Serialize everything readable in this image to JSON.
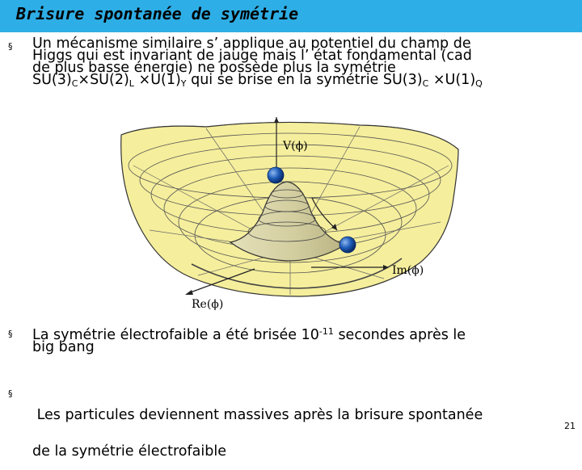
{
  "title": "Brisure spontanée de symétrie",
  "bullets": [
    {
      "marker": "§",
      "lines": [
        "Un mécanisme similaire s’ applique au potentiel du champ de",
        "Higgs qui est invariant de jauge mais l’ état fondamental (cad",
        "de plus basse énergie) ne possède plus la symétrie"
      ],
      "symmetry_line": {
        "su3": "SU(3)",
        "c_sub": "C",
        "times": "×",
        "su2": "SU(2)",
        "l_sub": "L",
        "u1": "U(1)",
        "y_sub": "Y",
        "middle": " qui se brise en la symétrie ",
        "su3_b": "SU(3)",
        "c_sub_b": "C",
        "u1_b": "U(1)",
        "q_sub": "Q"
      }
    },
    {
      "marker": "§",
      "text_before": "La symétrie électrofaible a été brisée 10",
      "exponent": "-11",
      "text_after": " secondes après le",
      "line2": "big bang"
    },
    {
      "marker": "§",
      "line1": " Les particules deviennent massives après la brisure spontanée",
      "line2": "de la symétrie électrofaible"
    }
  ],
  "figure": {
    "label_v": "V(ϕ)",
    "label_im": "Im(ϕ)",
    "label_re": "Re(ϕ)",
    "surface_color": "#f5ee9c",
    "bump_color": "#d8d3a4",
    "ball_color": "#1e5cb8"
  },
  "page_number": "21"
}
